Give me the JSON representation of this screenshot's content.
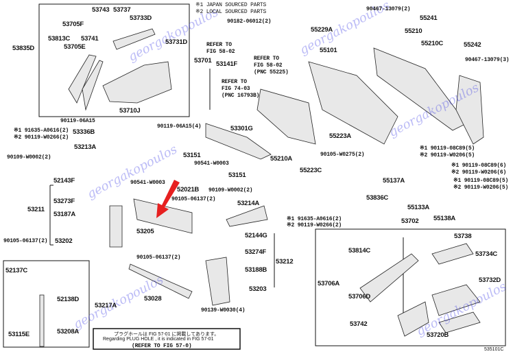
{
  "legend": [
    "※1 JAPAN SOURCED PARTS",
    "※2 LOCAL SOURCED PARTS"
  ],
  "refs": {
    "r1a": "REFER TO",
    "r1b": "FIG 58-02",
    "r2a": "REFER TO",
    "r2b": "FIG 58-02",
    "r2c": "(PNC 55225)",
    "r3a": "REFER TO",
    "r3b": "FIG 74-03",
    "r3c": "(PNC 16793B)"
  },
  "note": {
    "jp": "プラグホールは FIG 57-01 に掲載してあります。",
    "en": "Regarding PLUG HOLE , it is indicated in FIG 57-01",
    "ref": "(REFER TO FIG 57-0)"
  },
  "watermark": "georgakopoulos",
  "figure_code": "535101C",
  "labels": [
    "53743",
    "53737",
    "53733D",
    "53705F",
    "53813C",
    "53741",
    "53705E",
    "53731D",
    "53835D",
    "53701",
    "53710J",
    "90119-06A15",
    "※1 91635-A0616(2)",
    "※2 90119-W0266(2)",
    "53336B",
    "53213A",
    "90109-W0002(2)",
    "90119-06A15(4)",
    "53151",
    "90541-W0003",
    "53151",
    "53301G",
    "55210A",
    "52143F",
    "90541-W0003",
    "52021B",
    "90109-W0002(2)",
    "90105-06137(2)",
    "53214A",
    "53273F",
    "53211",
    "53187A",
    "53205",
    "52144G",
    "53202",
    "90105-06137(2)",
    "90105-06137(2)",
    "53274F",
    "53212",
    "52137C",
    "53188B",
    "53203",
    "52138D",
    "53217A",
    "53028",
    "90139-W0030(4)",
    "53115E",
    "53208A",
    "55137A",
    "※1 90119-08C89(5)",
    "※2 90119-W0206(5)",
    "53836C",
    "55133A",
    "55138A",
    "※1 91635-A0616(2)",
    "※2 90119-W0266(2)",
    "53702",
    "53738",
    "53814C",
    "53734C",
    "53706A",
    "53732D",
    "53706D",
    "53742",
    "53720B",
    "90467-13079(2)",
    "55241",
    "55229A",
    "55210",
    "55210C",
    "55242",
    "90467-13079(3)",
    "55101",
    "55223A",
    "90105-W0275(2)",
    "55223C",
    "90182-06012(2)",
    "53141F",
    "※1 90119-08C89(5)",
    "※2 90119-W0206(5)",
    "※1 90119-08C89(6)",
    "※2 90119-W0206(6)"
  ]
}
